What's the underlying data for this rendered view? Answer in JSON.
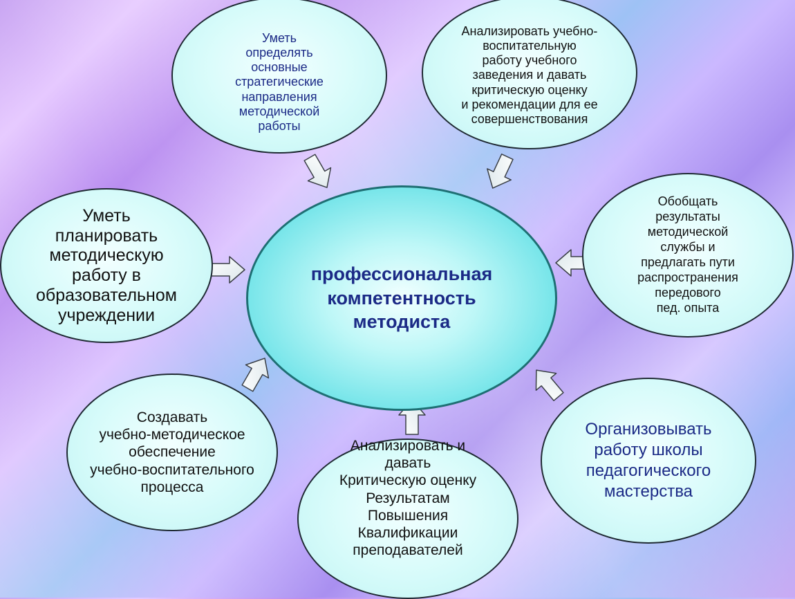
{
  "center": {
    "text": "профессиональная\nкомпетентность\nметодиста",
    "color": "#1b2a86"
  },
  "bubbles": {
    "top_left": {
      "text": "Уметь\nопределять\nосновные\nстратегические\nнаправления\nметодической\nработы",
      "color": "#1b2a86"
    },
    "top_right": {
      "text": "Анализировать учебно-\nвоспитательную\nработу учебного\nзаведения и давать\nкритическую оценку\nи рекомендации для ее\nсовершенствования",
      "color": "#111111"
    },
    "left": {
      "text": "Уметь\nпланировать\nметодическую\nработу в\nобразовательном\nучреждении",
      "color": "#111111"
    },
    "right": {
      "text": "Обобщать\nрезультаты\nметодической\nслужбы и\nпредлагать пути\nраспространения\nпередового\nпед. опыта",
      "color": "#111111"
    },
    "bottom_left": {
      "text": "Создавать\nучебно-методическое\nобеспечение\nучебно-воспитательного\nпроцесса",
      "color": "#111111"
    },
    "bottom_center": {
      "text": "Анализировать и\nдавать\nКритическую оценку\nРезультатам\nПовышения\nКвалификации\nпреподавателей",
      "color": "#111111"
    },
    "bottom_right": {
      "text": "Организовывать\nработу школы\nпедагогического\nмастерства",
      "color": "#1b2a86"
    }
  }
}
